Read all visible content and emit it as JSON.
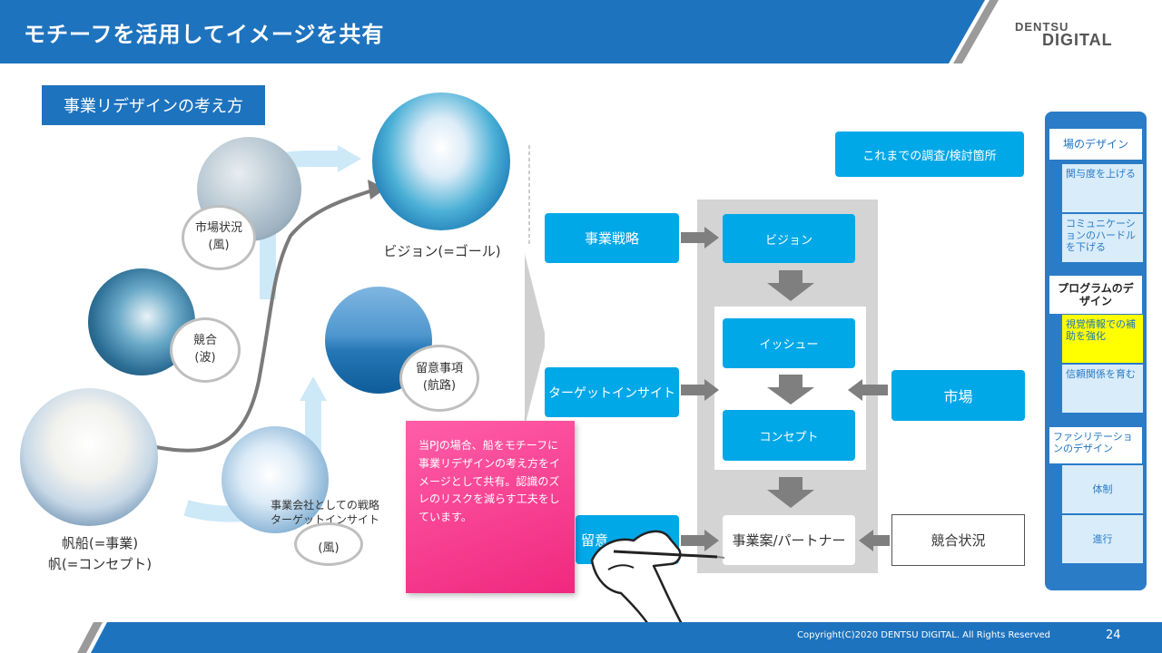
{
  "header": {
    "title": "モチーフを活用してイメージを共有",
    "logo_line1": "DENTSU",
    "logo_line2": "DIGITAL"
  },
  "section_label": "事業リデザインの考え方",
  "left_diagram": {
    "market": [
      "市場状況",
      "(風)"
    ],
    "competition": [
      "競合",
      "(波)"
    ],
    "caution": [
      "留意事項",
      "(航路)"
    ],
    "vision": "ビジョン(=ゴール)",
    "ship": [
      "帆船(=事業)",
      "帆(=コンセプト)"
    ],
    "strategy": [
      "事業会社としての戦略",
      "ターゲットインサイト"
    ],
    "strategy_wind": "(風)"
  },
  "flow": {
    "research_label": "これまでの調査/検討箇所",
    "business_strategy": "事業戦略",
    "target_insight": "ターゲットインサイト",
    "vision": "ビジョン",
    "issue": "イッシュー",
    "concept": "コンセプト",
    "market": "市場",
    "plan": "事業案/パートナー",
    "competitive": "競合状況",
    "note_hidden": "留意"
  },
  "sticky_note": "当PJの場合、船をモチーフに事業リデザインの考え方をイメージとして共有。認識のズレのリスクを減らす工夫をしています。",
  "sidebar": {
    "items": [
      "場のデザイン",
      "関与度を上げる",
      "コミュニケーションのハードルを下げる",
      "プログラムのデザイン",
      "視覚情報での補助を強化",
      "信頼関係を育む",
      "ファシリテーションのデザイン",
      "体制",
      "進行"
    ]
  },
  "footer": {
    "copyright": "Copyright(C)2020 DENTSU DIGITAL. All Rights Reserved",
    "page": "24"
  },
  "colors": {
    "brand_blue": "#1e73be",
    "box_blue": "#00a8e8",
    "sticky_pink": "#f0287e",
    "highlight": "#ffff00"
  }
}
